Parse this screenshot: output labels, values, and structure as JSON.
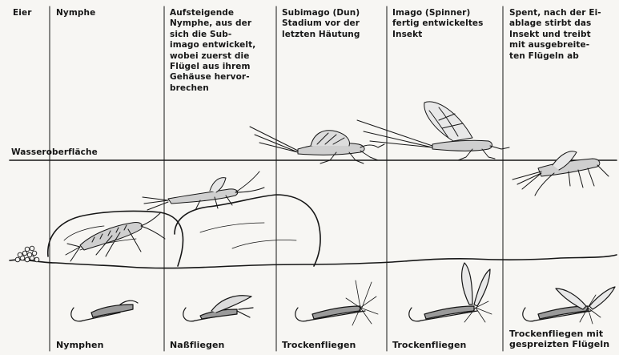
{
  "stages": [
    {
      "id": "eggs",
      "label": "Eier"
    },
    {
      "id": "nymph",
      "label": "Nymphe"
    },
    {
      "id": "emerger",
      "label": "Aufsteigende\nNymphe, aus der\nsich die Sub-\nimago entwickelt,\nwobei zuerst die\nFlügel aus ihrem\nGehäuse hervor-\nbrechen"
    },
    {
      "id": "subimago",
      "label": "Subimago (Dun)\nStadium vor der\nletzten Häutung"
    },
    {
      "id": "imago",
      "label": "Imago (Spinner)\nfertig entwickeltes\nInsekt"
    },
    {
      "id": "spent",
      "label": "Spent, nach der Ei-\nablage stirbt das\nInsekt und treibt\nmit ausgebreite-\nten Flügeln ab"
    }
  ],
  "water_surface_label": "Wasseroberfläche",
  "fly_patterns": [
    {
      "id": "nymphs",
      "label": "Nymphen"
    },
    {
      "id": "wet-flies",
      "label": "Naßfliegen"
    },
    {
      "id": "dry-flies-1",
      "label": "Trockenfliegen"
    },
    {
      "id": "dry-flies-2",
      "label": "Trockenfliegen"
    },
    {
      "id": "spent-dry-flies",
      "label": "Trockenfliegen mit\ngespreizten Flügeln"
    }
  ],
  "colors": {
    "ink": "#161616",
    "paper": "#f7f6f3"
  }
}
